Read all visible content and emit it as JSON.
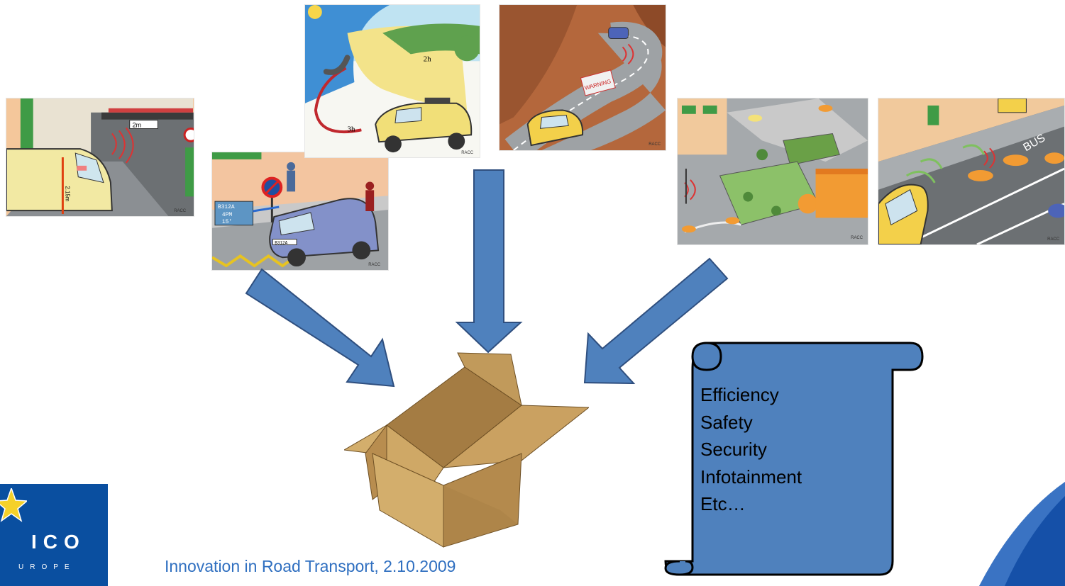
{
  "slide": {
    "illustrations": [
      {
        "id": "garage-height",
        "sign_text": "2m",
        "height_text": "2.15m",
        "credit": "RACC"
      },
      {
        "id": "parking-enforcement",
        "plate_text": "B312A",
        "display_lines": [
          "B312A",
          "4PM",
          "15'"
        ],
        "credit": "RACC"
      },
      {
        "id": "beach-route",
        "distance_labels": [
          "2h",
          "3h"
        ],
        "credit": "RACC"
      },
      {
        "id": "cliff-warning",
        "sign_text": "WARNING",
        "credit": "RACC"
      },
      {
        "id": "roundabout-traffic",
        "credit": "RACC"
      },
      {
        "id": "bus-lane",
        "lane_text": "BUS",
        "credit": "RACC"
      }
    ],
    "scroll": {
      "items": [
        "Efficiency",
        "Safety",
        "Security",
        "Infotainment",
        "Etc…"
      ]
    },
    "logo": {
      "primary": "ICO",
      "secondary": "UROPE"
    },
    "footer": "Innovation in Road Transport, 2.10.2009"
  },
  "colors": {
    "arrow_fill": "#4f81bd",
    "arrow_stroke": "#2f4f7f",
    "scroll_fill": "#4f81bd",
    "box_light": "#d3ae6c",
    "box_dark": "#a47c43",
    "footer_text": "#2f6fc0",
    "logo_blue": "#0a4fa0"
  }
}
